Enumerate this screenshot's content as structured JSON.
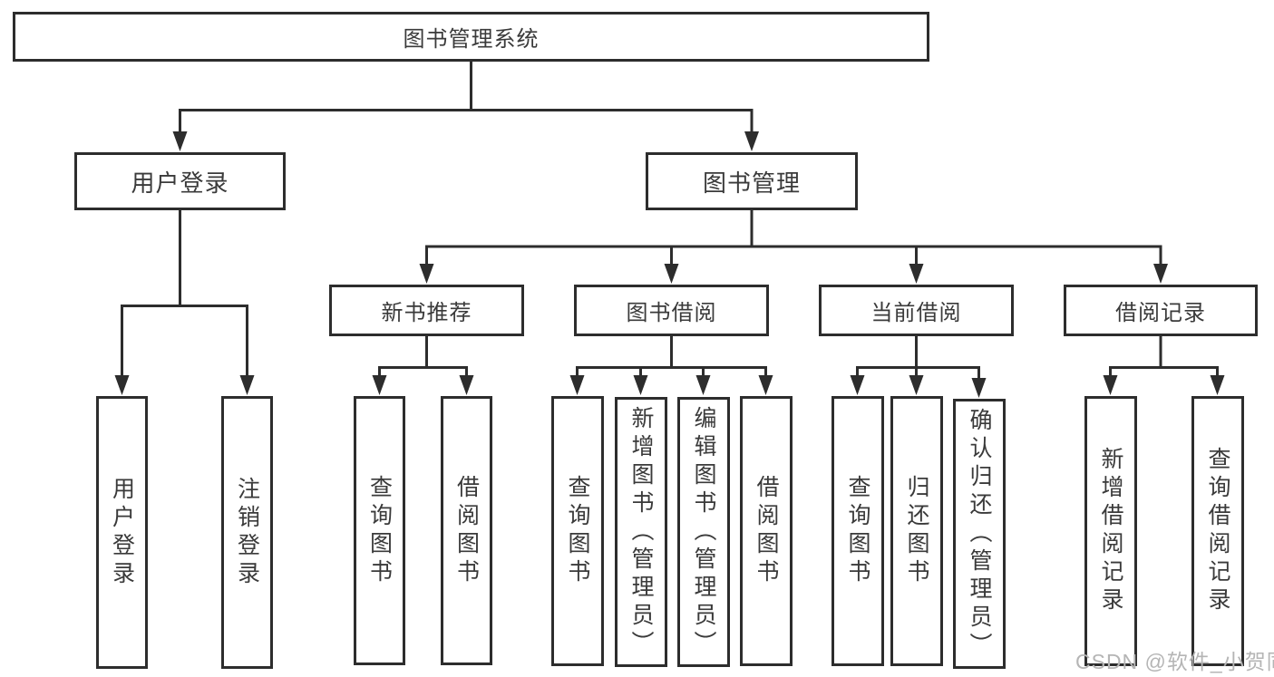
{
  "diagram": {
    "root": {
      "label": "图书管理系统"
    },
    "level2": [
      {
        "label": "用户登录"
      },
      {
        "label": "图书管理"
      }
    ],
    "level3": [
      {
        "label": "新书推荐"
      },
      {
        "label": "图书借阅"
      },
      {
        "label": "当前借阅"
      },
      {
        "label": "借阅记录"
      }
    ],
    "leaves": {
      "user_login": [
        {
          "label": "用户登录"
        },
        {
          "label": "注销登录"
        }
      ],
      "new_book_recommend": [
        {
          "label": "查询图书"
        },
        {
          "label": "借阅图书"
        }
      ],
      "book_borrow": [
        {
          "label": "查询图书"
        },
        {
          "label": "新增图书（管理员）"
        },
        {
          "label": "编辑图书（管理员）"
        },
        {
          "label": "借阅图书"
        }
      ],
      "current_borrow": [
        {
          "label": "查询图书"
        },
        {
          "label": "归还图书"
        },
        {
          "label": "确认归还（管理员）"
        }
      ],
      "borrow_record": [
        {
          "label": "新增借阅记录"
        },
        {
          "label": "查询借阅记录"
        }
      ]
    }
  },
  "watermark": "CSDN @软件_小贺同学",
  "colors": {
    "line": "#2d2d2d",
    "box_border": "#2d2d2d",
    "text": "#3a3a3a",
    "watermark": "#b5b5b5",
    "background": "#ffffff"
  }
}
